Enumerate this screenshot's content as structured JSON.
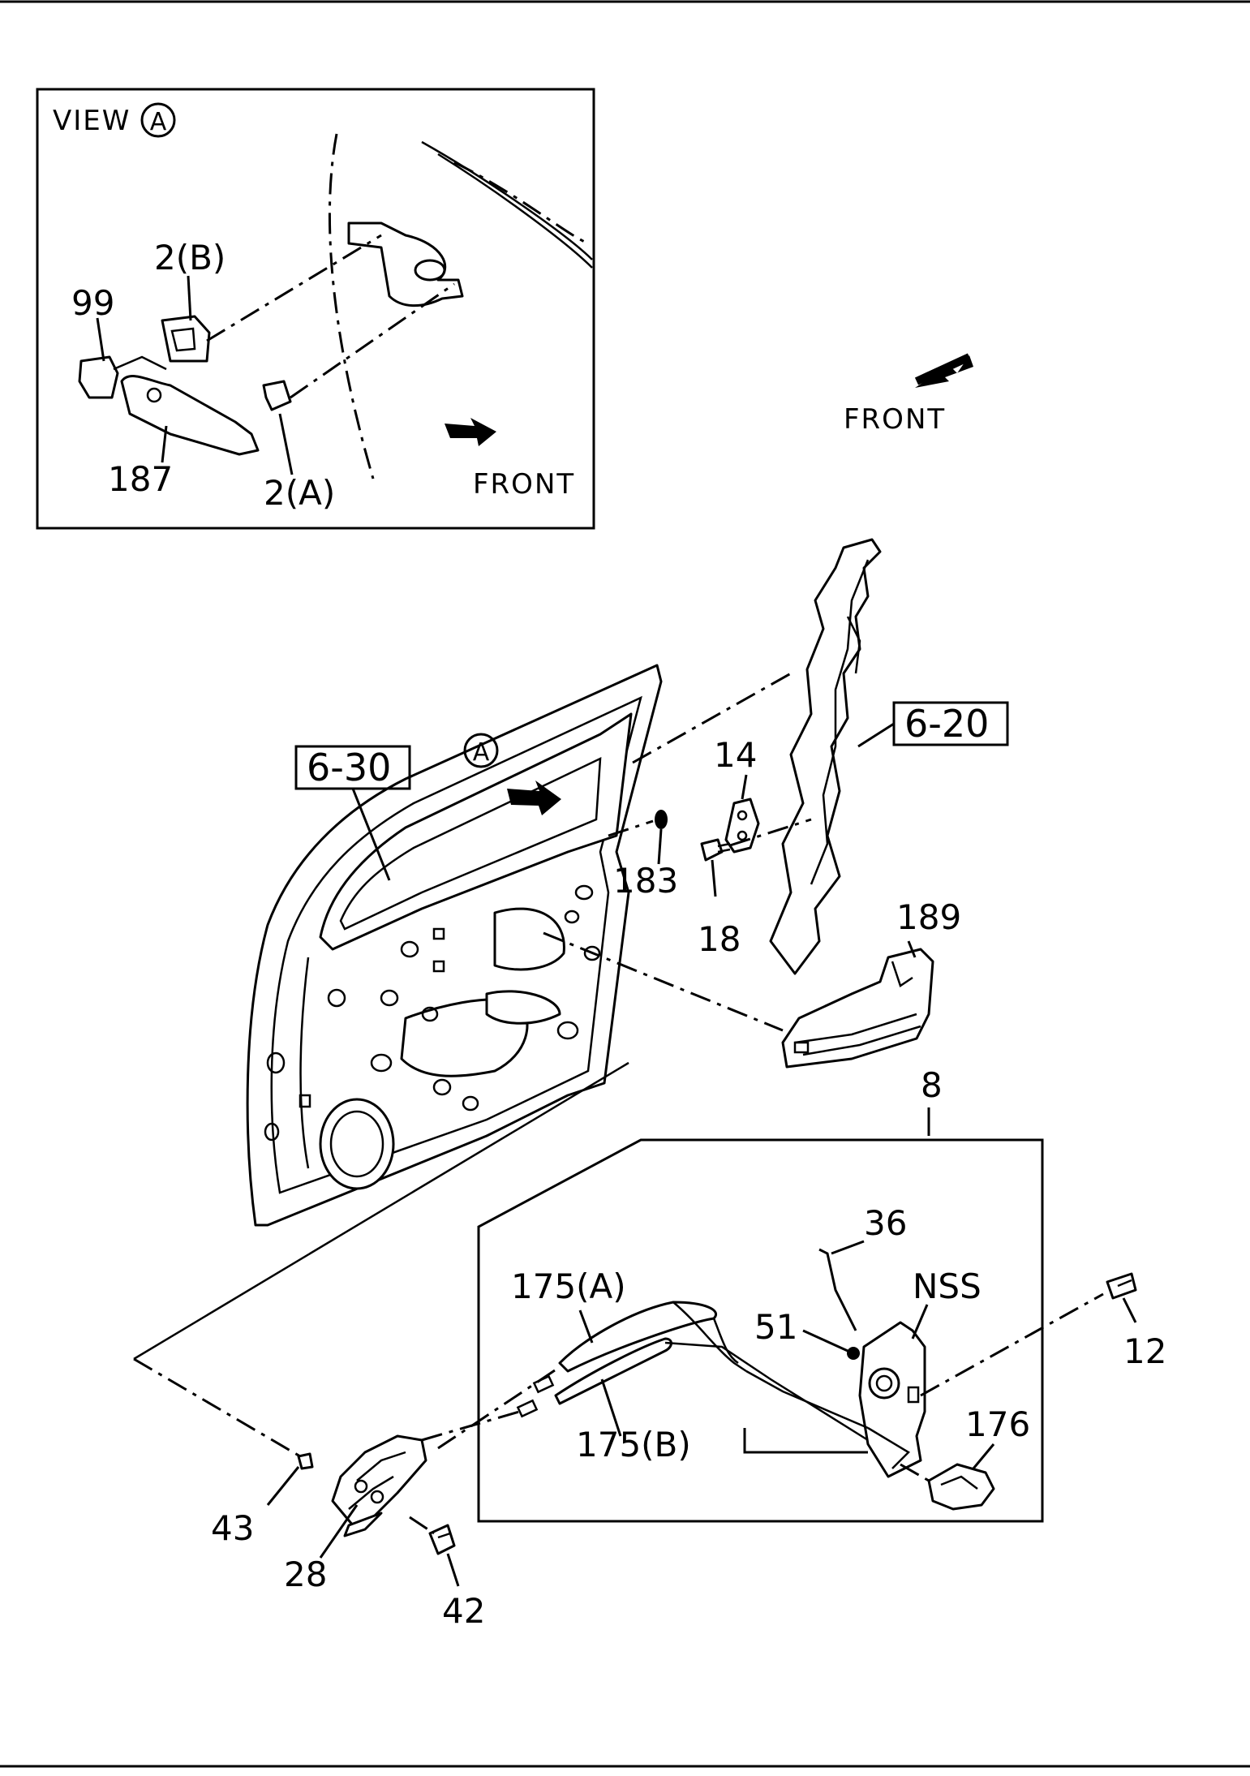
{
  "view_inset": {
    "title": "VIEW",
    "marker": "A",
    "front_label": "FRONT",
    "callouts": [
      "99",
      "2(B)",
      "187",
      "2(A)"
    ]
  },
  "main": {
    "front_label": "FRONT",
    "view_marker": "A",
    "ref_boxes": [
      "6-30",
      "6-20"
    ],
    "callouts": {
      "hinge": "14",
      "grommet": "183",
      "bolt_18": "18",
      "bracket": "189",
      "lock_assembly": "8",
      "rod": "36",
      "nss": "NSS",
      "clip_51": "51",
      "screw_12": "12",
      "cable_a": "175(A)",
      "cable_b": "175(B)",
      "lever_176": "176",
      "clip_43": "43",
      "handle_28": "28",
      "screw_42": "42"
    }
  }
}
